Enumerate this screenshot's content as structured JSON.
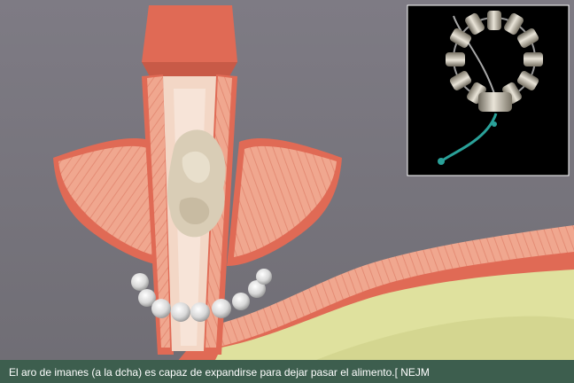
{
  "caption": {
    "text": "El aro de imanes (a la dcha) es capaz de expandirse para dejar pasar el alimento.[ NEJM"
  },
  "colors": {
    "background": "#7d7a83",
    "tissue_outer": "#e06a55",
    "tissue_muscle": "#f0a78f",
    "lumen": "#f3d7c6",
    "food_bolus": "#d9cdb6",
    "stomach_lining": "#dfe19e",
    "magnet_bead": "#dcdcdc",
    "inset_background": "#000000",
    "inset_wire": "#2aa199",
    "caption_background": "#3d5e4e"
  },
  "icons": [
    "magnetic-ring-diagram",
    "magnet-bead"
  ]
}
